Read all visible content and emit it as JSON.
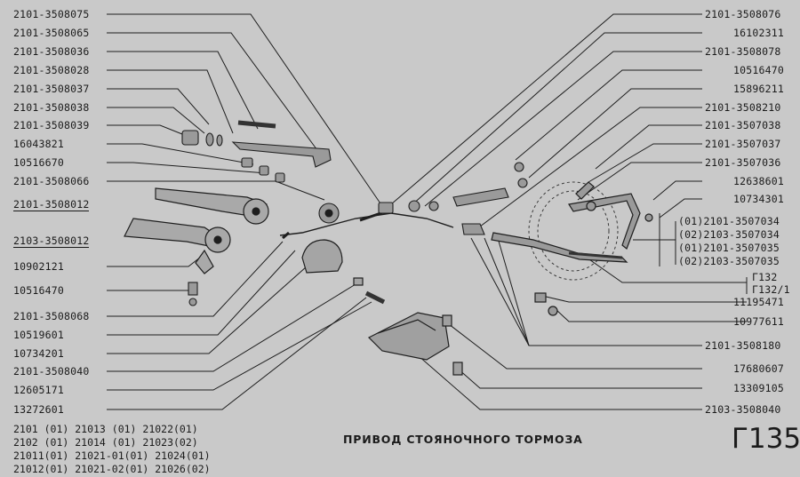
{
  "title": "ПРИВОД СТОЯНОЧНОГО ТОРМОЗА",
  "sheet_code": "Г135",
  "left_labels": [
    "2101-3508075",
    "2101-3508065",
    "2101-3508036",
    "2101-3508028",
    "2101-3508037",
    "2101-3508038",
    "2101-3508039",
    "16043821",
    "10516670",
    "2101-3508066",
    "2101-3508012",
    "2103-3508012",
    "10902121",
    "10516470",
    "2101-3508068",
    "10519601",
    "10734201",
    "2101-3508040",
    "12605171",
    "13272601"
  ],
  "right_labels": [
    "2101-3508076",
    "16102311",
    "2101-3508078",
    "10516470",
    "15896211",
    "2101-3508210",
    "2101-3507038",
    "2101-3507037",
    "2101-3507036",
    "12638601",
    "10734301",
    "(01)2101-3507034",
    "(02)2103-3507034",
    "(01)2101-3507035",
    "(02)2103-3507035",
    "Г132",
    "Г132/1",
    "11195471",
    "10977611",
    "2101-3508180",
    "17680607",
    "13309105",
    "2103-3508040"
  ],
  "models": [
    "2101 (01) 21013    (01) 21022(01)",
    "2102 (01) 21014    (01) 21023(02)",
    "21011(01) 21021-01(01) 21024(01)",
    "21012(01) 21021-02(01) 21026(02)"
  ]
}
